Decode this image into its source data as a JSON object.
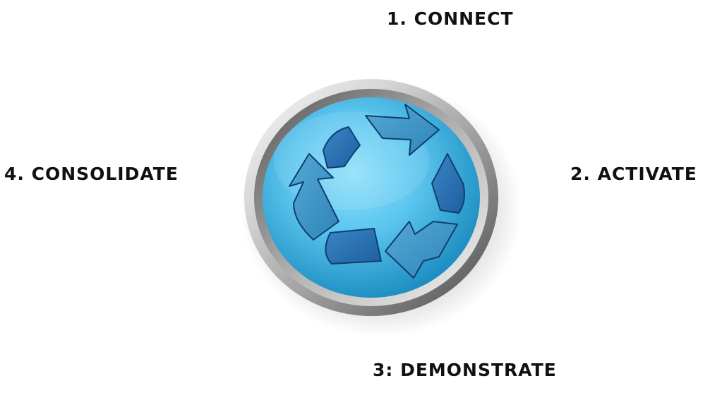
{
  "stages": [
    {
      "label": "1. CONNECT"
    },
    {
      "label": "2. ACTIVATE"
    },
    {
      "label": "3: DEMONSTRATE"
    },
    {
      "label": "4. CONSOLIDATE"
    }
  ],
  "emblem": {
    "icon": "recycle-icon",
    "colors": {
      "ring_light": "#f2f2f2",
      "ring_dark": "#5d5d5d",
      "disc_light": "#6fd0f5",
      "disc_dark": "#1591c8",
      "arrow_dark": "#2a72b5",
      "arrow_light": "#3e97c9"
    }
  }
}
